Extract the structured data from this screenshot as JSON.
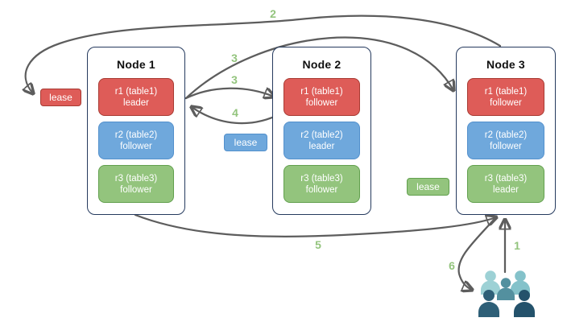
{
  "colors": {
    "red-fill": "#de5c58",
    "red-border": "#a83b33",
    "blue-fill": "#6fa8dc",
    "blue-border": "#5390cc",
    "green-fill": "#93c47d",
    "green-border": "#62a04e",
    "node-border": "#253a5e",
    "arrow": "#5d5d5d",
    "label-green": "#93c47d",
    "people-light": "#9dd1d5",
    "people-light2": "#84c2ca",
    "people-mid": "#53909f",
    "people-dark": "#2e5f77",
    "people-dark2": "#24526b"
  },
  "nodes": [
    {
      "title": "Node 1",
      "replicas": [
        {
          "name": "r1 (table1)",
          "role": "leader"
        },
        {
          "name": "r2 (table2)",
          "role": "follower"
        },
        {
          "name": "r3 (table3)",
          "role": "follower"
        }
      ]
    },
    {
      "title": "Node 2",
      "replicas": [
        {
          "name": "r1 (table1)",
          "role": "follower"
        },
        {
          "name": "r2 (table2)",
          "role": "leader"
        },
        {
          "name": "r3 (table3)",
          "role": "follower"
        }
      ]
    },
    {
      "title": "Node 3",
      "replicas": [
        {
          "name": "r1 (table1)",
          "role": "follower"
        },
        {
          "name": "r2 (table2)",
          "role": "follower"
        },
        {
          "name": "r3 (table3)",
          "role": "leader"
        }
      ]
    }
  ],
  "leases": [
    {
      "label": "lease",
      "color": "red"
    },
    {
      "label": "lease",
      "color": "blue"
    },
    {
      "label": "lease",
      "color": "green"
    }
  ],
  "arrows": [
    {
      "label": "1"
    },
    {
      "label": "2"
    },
    {
      "label": "3"
    },
    {
      "label": "3"
    },
    {
      "label": "4"
    },
    {
      "label": "5"
    },
    {
      "label": "6"
    }
  ],
  "icons": {
    "users": "users-group-icon"
  }
}
